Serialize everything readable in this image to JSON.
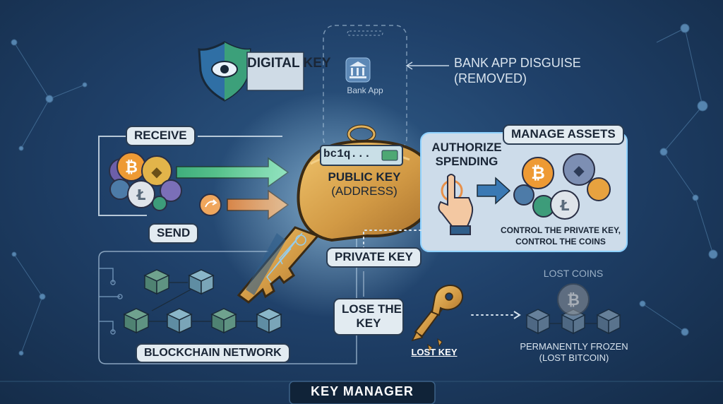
{
  "labels": {
    "digital_key": "DIGITAL KEY",
    "bank_app": "Bank App",
    "bank_disguise_line1": "BANK APP DISGUISE",
    "bank_disguise_line2": "(REMOVED)",
    "receive": "RECEIVE",
    "send": "SEND",
    "address_snippet": "bc1q...",
    "public_key_line1": "PUBLIC KEY",
    "public_key_line2": "(ADDRESS)",
    "manage_assets": "MANAGE ASSETS",
    "authorize_line1": "AUTHORIZE",
    "authorize_line2": "SPENDING",
    "control_line1": "CONTROL THE PRIVATE KEY,",
    "control_line2": "CONTROL THE COINS",
    "private_key": "PRIVATE KEY",
    "lose_key_line1": "LOSE THE",
    "lose_key_line2": "KEY",
    "lost_key": "LOST KEY",
    "lost_coins": "LOST COINS",
    "frozen_line1": "PERMANENTLY FROZEN",
    "frozen_line2": "(LOST BITCOIN)",
    "blockchain_network": "BLOCKCHAIN NETWORK",
    "key_manager": "KEY MANAGER"
  },
  "coin_symbols": {
    "bitcoin": "₿",
    "ethereum": "◆",
    "litecoin": "Ł"
  },
  "icons": [
    "shield-eye-icon",
    "bank-icon",
    "key-icon",
    "bitcoin-coin-icon",
    "ethereum-coin-icon",
    "litecoin-coin-icon",
    "hand-pointer-icon",
    "broken-key-icon",
    "arrow-icon",
    "send-icon",
    "blockchain-block-icon"
  ],
  "colors": {
    "background": "#1f4069",
    "key_gold": "#d9a24a",
    "receive_arrow": "#56c48a",
    "send_arrow": "#e8914a",
    "panel_light": "#cddcea",
    "glow": "#8fd2ff"
  }
}
